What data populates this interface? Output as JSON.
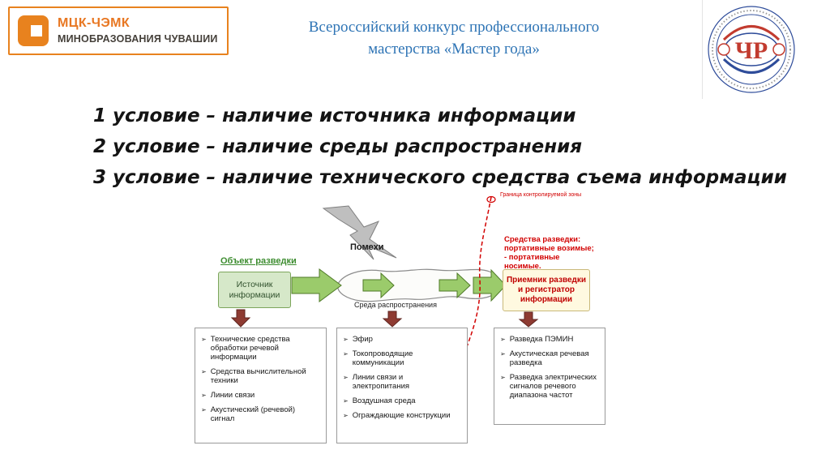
{
  "header": {
    "logo": {
      "line1": "МЦК-ЧЭМК",
      "line2": "МИНОБРАЗОВАНИЯ ЧУВАШИИ"
    },
    "title": {
      "line1": "Всероссийский конкурс профессионального",
      "line2": "мастерства «Мастер года»"
    },
    "emblem_center": "ЧР"
  },
  "conditions": [
    "1 условие – наличие источника информации",
    "2 условие – наличие среды распространения",
    "3 условие – наличие технического средства съема информации"
  ],
  "diagram": {
    "boundary_label": "Граница контролируемой зоны",
    "object_label": "Объект разведки",
    "source_box": "Источник информации",
    "noise_label": "Помехи",
    "medium_label": "Среда распространения",
    "recon_means": {
      "title": "Средства разведки:",
      "line1": "портативные возимые;",
      "line2": "- портативные носимые."
    },
    "receiver_box": "Приемник разведки и регистратор информации",
    "source_list": [
      "Технические средства обработки речевой информации",
      "Средства вычислительной техники",
      "Линии связи",
      "Акустический (речевой) сигнал"
    ],
    "medium_list": [
      "Эфир",
      "Токопроводящие коммуникации",
      "Линии связи и электропитания",
      "Воздушная среда",
      "Ограждающие конструкции"
    ],
    "recon_list": [
      "Разведка ПЭМИН",
      "Акустическая речевая разведка",
      "Разведка электрических сигналов речевого диапазона частот"
    ]
  },
  "icons": {
    "bullet": "➢"
  },
  "colors": {
    "accent_orange": "#E8821E",
    "title_blue": "#2E74B5",
    "red": "#D20000",
    "green_box_fill": "#D6E8C9",
    "green_box_border": "#7CA55B",
    "arrow_green": "#9BCB6B",
    "arrow_green_border": "#4F7A28",
    "yellow_fill": "#FFF9E0",
    "dark_red_arrow": "#8E3B32"
  }
}
